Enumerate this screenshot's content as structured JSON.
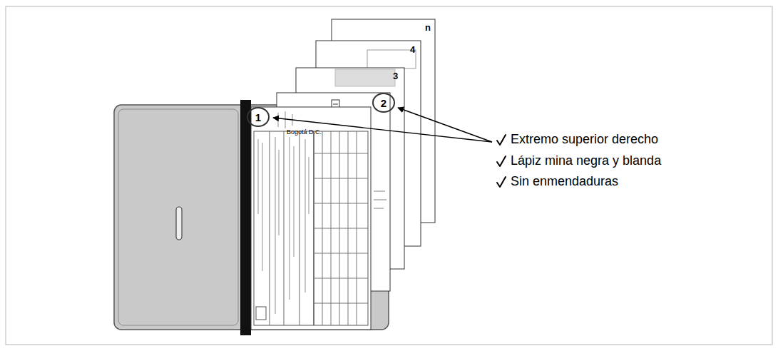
{
  "diagram": {
    "nodes": [
      {
        "text": [
          "1"
        ]
      },
      {
        "text": [
          "2"
        ]
      }
    ],
    "labels": [
      "3",
      "4",
      "n",
      "Bogotá D.C.",
      "Extremo superior derecho",
      "Lápiz mina negra y blanda",
      "Sin enmendaduras"
    ]
  }
}
